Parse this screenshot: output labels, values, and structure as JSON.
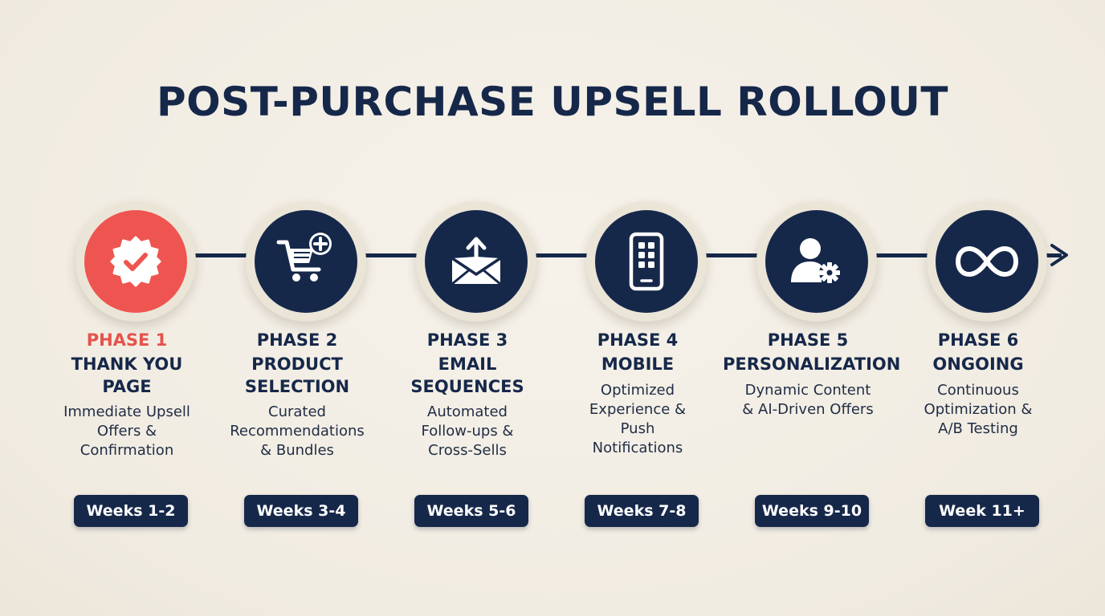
{
  "title": "POST-PURCHASE UPSELL ROLLOUT",
  "colors": {
    "navy": "#16284a",
    "accent": "#ef5550",
    "background": "#f3efe6"
  },
  "phases": [
    {
      "number": "PHASE 1",
      "name_lines": [
        "THANK YOU",
        "PAGE"
      ],
      "desc_lines": [
        "Immediate Upsell",
        "Offers &",
        "Confirmation"
      ],
      "timing": "Weeks 1-2",
      "icon": "badge-check-icon"
    },
    {
      "number": "PHASE 2",
      "name_lines": [
        "PRODUCT",
        "SELECTION"
      ],
      "desc_lines": [
        "Curated",
        "Recommendations",
        "& Bundles"
      ],
      "timing": "Weeks 3-4",
      "icon": "cart-plus-icon"
    },
    {
      "number": "PHASE 3",
      "name_lines": [
        "EMAIL",
        "SEQUENCES"
      ],
      "desc_lines": [
        "Automated",
        "Follow-ups &",
        "Cross-Sells"
      ],
      "timing": "Weeks 5-6",
      "icon": "envelope-send-icon"
    },
    {
      "number": "PHASE 4",
      "name_lines": [
        "MOBILE"
      ],
      "desc_lines": [
        "Optimized",
        "Experience &",
        "Push",
        "Notifications"
      ],
      "timing": "Weeks 7-8",
      "icon": "smartphone-icon"
    },
    {
      "number": "PHASE 5",
      "name_lines": [
        "PERSONALIZATION"
      ],
      "desc_lines": [
        "Dynamic Content",
        "& AI-Driven Offers"
      ],
      "timing": "Weeks 9-10",
      "icon": "user-gear-icon"
    },
    {
      "number": "PHASE 6",
      "name_lines": [
        "ONGOING"
      ],
      "desc_lines": [
        "Continuous",
        "Optimization &",
        "A/B Testing"
      ],
      "timing": "Week 11+",
      "icon": "infinity-icon"
    }
  ]
}
